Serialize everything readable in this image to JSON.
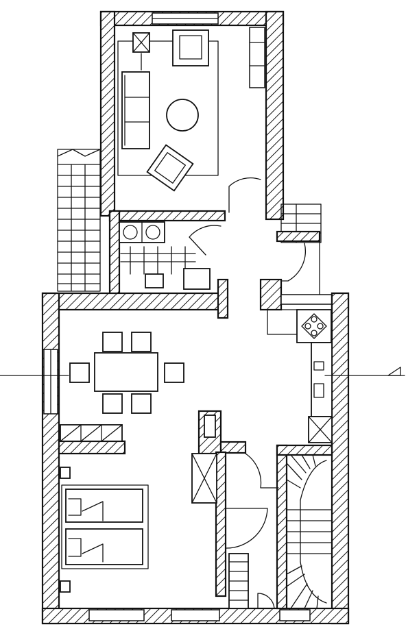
{
  "drawing": {
    "kind": "hand-drawn floor plan",
    "ink_color": "#111111",
    "paper_color": "#ffffff"
  },
  "rooms": [
    {
      "id": "living-room"
    },
    {
      "id": "utility-room"
    },
    {
      "id": "dining-area"
    },
    {
      "id": "kitchen"
    },
    {
      "id": "bedroom"
    },
    {
      "id": "hall"
    },
    {
      "id": "staircase"
    },
    {
      "id": "entrance-stairs"
    },
    {
      "id": "garden-stairs"
    }
  ],
  "section_marker": {
    "symbol": "triangle-arrow"
  }
}
